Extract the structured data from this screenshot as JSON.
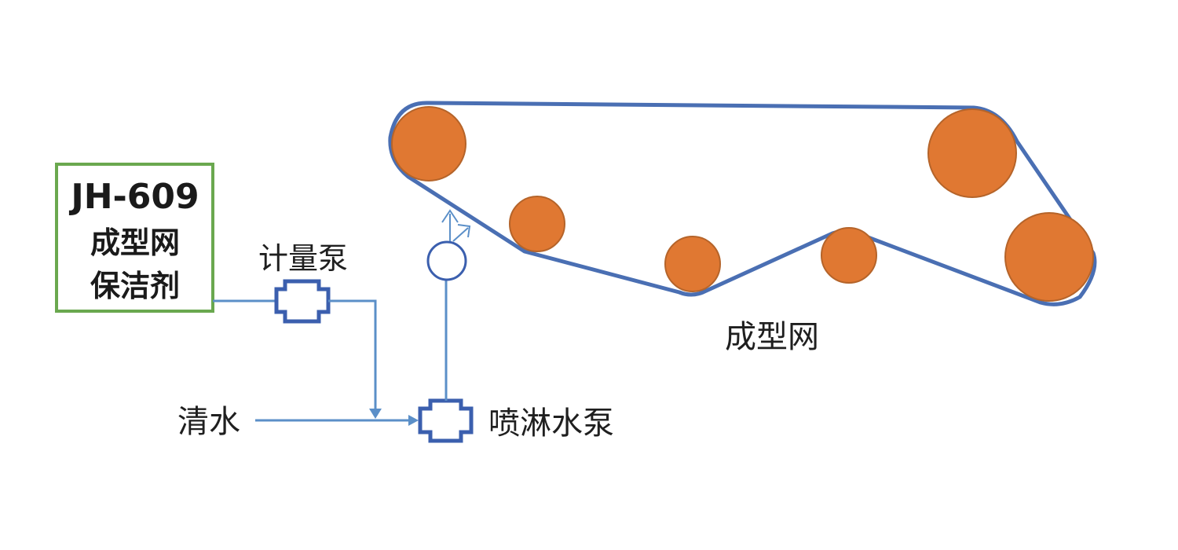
{
  "colors": {
    "wire_blue": "#4a6fb3",
    "pipe_blue": "#5b8fc8",
    "roller_fill": "#e07832",
    "roller_stroke": "#b5642a",
    "box_green": "#6aa84f",
    "text_dark": "#1a1a1a"
  },
  "agent_box": {
    "line1": "JH-609",
    "line2": "成型网",
    "line3": "保洁剂"
  },
  "labels": {
    "metering_pump": "计量泵",
    "clean_water": "清水",
    "spray_pump": "喷淋水泵",
    "forming_wire": "成型网"
  },
  "icons": {
    "metering_pump": "pump-icon",
    "spray_pump": "pump-icon",
    "nozzle": "spray-nozzle-icon",
    "rollers": "roller-icon"
  }
}
